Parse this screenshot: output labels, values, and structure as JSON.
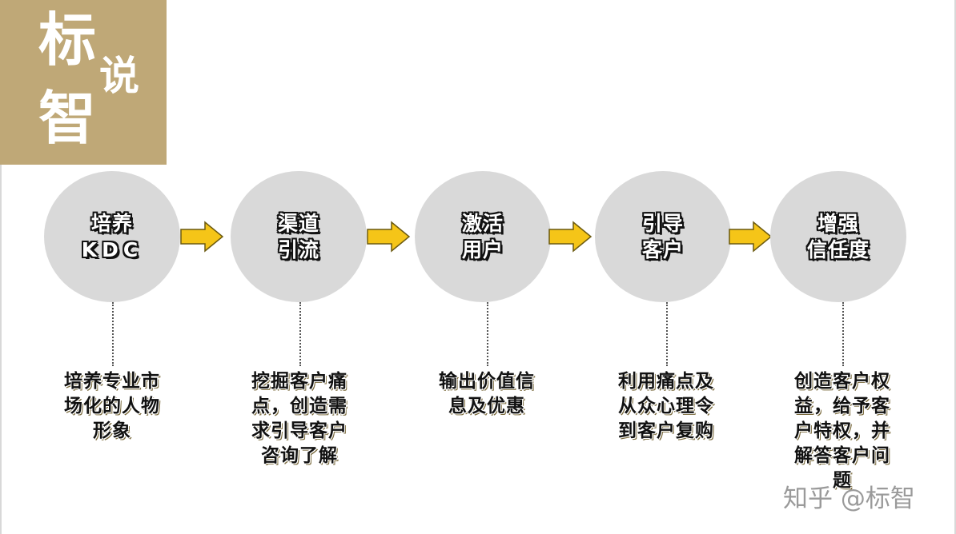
{
  "logo": {
    "char1": "标",
    "char2": "智",
    "char3": "说"
  },
  "colors": {
    "logo_bg": "#bfa877",
    "circle": "#d9d9d9",
    "arrow": "#f5c518"
  },
  "steps": [
    {
      "circle_line1": "培养",
      "circle_line2": "KDC",
      "desc": "培养专业市场化的人物形象"
    },
    {
      "circle_line1": "渠道",
      "circle_line2": "引流",
      "desc": "挖掘客户痛点，创造需求引导客户咨询了解"
    },
    {
      "circle_line1": "激活",
      "circle_line2": "用户",
      "desc": "输出价值信息及优惠"
    },
    {
      "circle_line1": "引导",
      "circle_line2": "客户",
      "desc": "利用痛点及从众心理令到客户复购"
    },
    {
      "circle_line1": "增强",
      "circle_line2": "信任度",
      "desc": "创造客户权益，给予客户特权，并解答客户问题"
    }
  ],
  "watermark": "知乎 @标智"
}
